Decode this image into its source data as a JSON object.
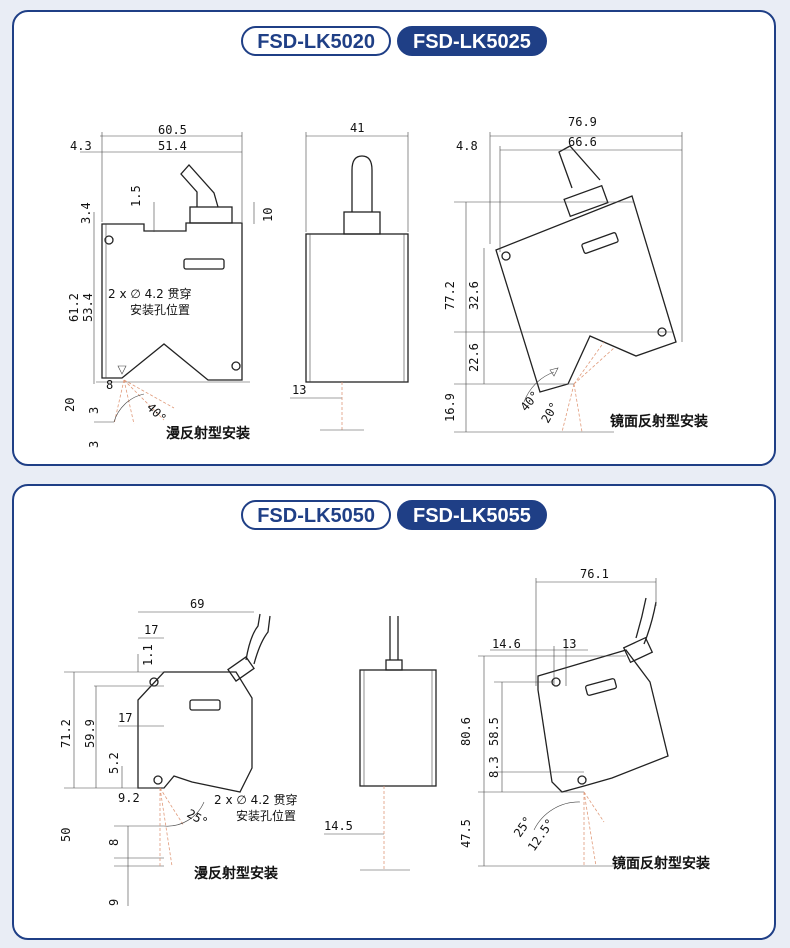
{
  "panel1": {
    "models": [
      "FSD-LK5020",
      "FSD-LK5025"
    ],
    "left": {
      "d_60_5": "60.5",
      "d_4_3": "4.3",
      "d_51_4": "51.4",
      "d_1_5": "1.5",
      "d_10": "10",
      "d_3_4": "3.4",
      "d_61_2": "61.2",
      "d_53_4": "53.4",
      "d_8": "8",
      "d_20": "20",
      "d_3a": "3",
      "d_3b": "3",
      "d_40": "40°",
      "hole_note_1": "2 x ∅ 4.2 贯穿",
      "hole_note_2": "安装孔位置",
      "caption": "漫反射型安装"
    },
    "mid": {
      "d_41": "41",
      "d_13": "13"
    },
    "right": {
      "d_4_8": "4.8",
      "d_76_9": "76.9",
      "d_66_6": "66.6",
      "d_77_2": "77.2",
      "d_32_6": "32.6",
      "d_22_6": "22.6",
      "d_16_9": "16.9",
      "d_40": "40°",
      "d_20": "20°",
      "caption": "镜面反射型安装"
    }
  },
  "panel2": {
    "models": [
      "FSD-LK5050",
      "FSD-LK5055"
    ],
    "left": {
      "d_69": "69",
      "d_17a": "17",
      "d_1_1": "1.1",
      "d_71_2": "71.2",
      "d_59_9": "59.9",
      "d_17b": "17",
      "d_5_2": "5.2",
      "d_9_2": "9.2",
      "d_50": "50",
      "d_8": "8",
      "d_9": "9",
      "d_25": "25°",
      "hole_note_1": "2 x ∅ 4.2 贯穿",
      "hole_note_2": "安装孔位置",
      "caption": "漫反射型安装"
    },
    "mid": {
      "d_14_5": "14.5"
    },
    "right": {
      "d_76_1": "76.1",
      "d_14_6": "14.6",
      "d_13": "13",
      "d_80_6": "80.6",
      "d_58_5": "58.5",
      "d_8_3": "8.3",
      "d_47_5": "47.5",
      "d_25": "25°",
      "d_12_5": "12.5°",
      "caption": "镜面反射型安装"
    }
  }
}
